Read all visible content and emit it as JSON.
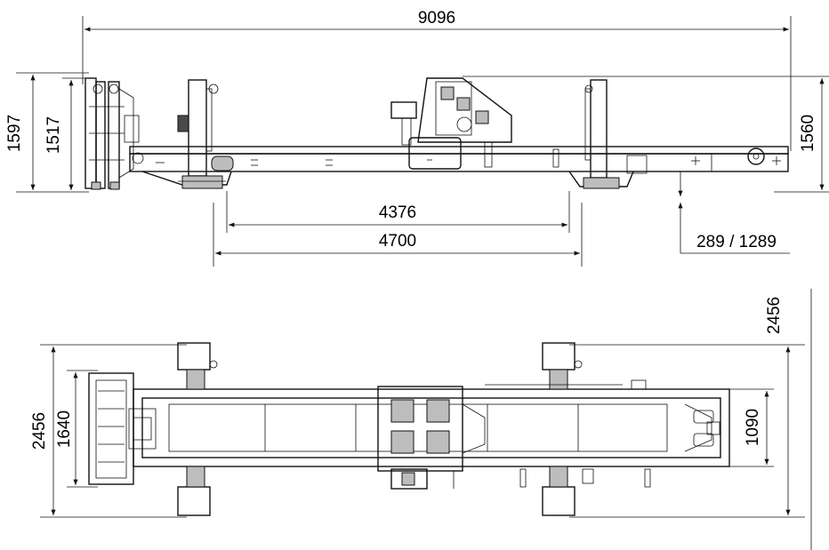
{
  "dimensions": {
    "side": {
      "overall_length": "9096",
      "height_left_outer": "1597",
      "height_left_inner": "1517",
      "height_right": "1560",
      "inner_span": "4376",
      "outer_span": "4700",
      "adjust_range": "289 / 1289"
    },
    "top": {
      "overall_width_right": "2456",
      "overall_width_left": "2456",
      "head_width": "1640",
      "tail_width": "1090"
    }
  },
  "colors": {
    "line": "#111111",
    "background": "#ffffff"
  }
}
